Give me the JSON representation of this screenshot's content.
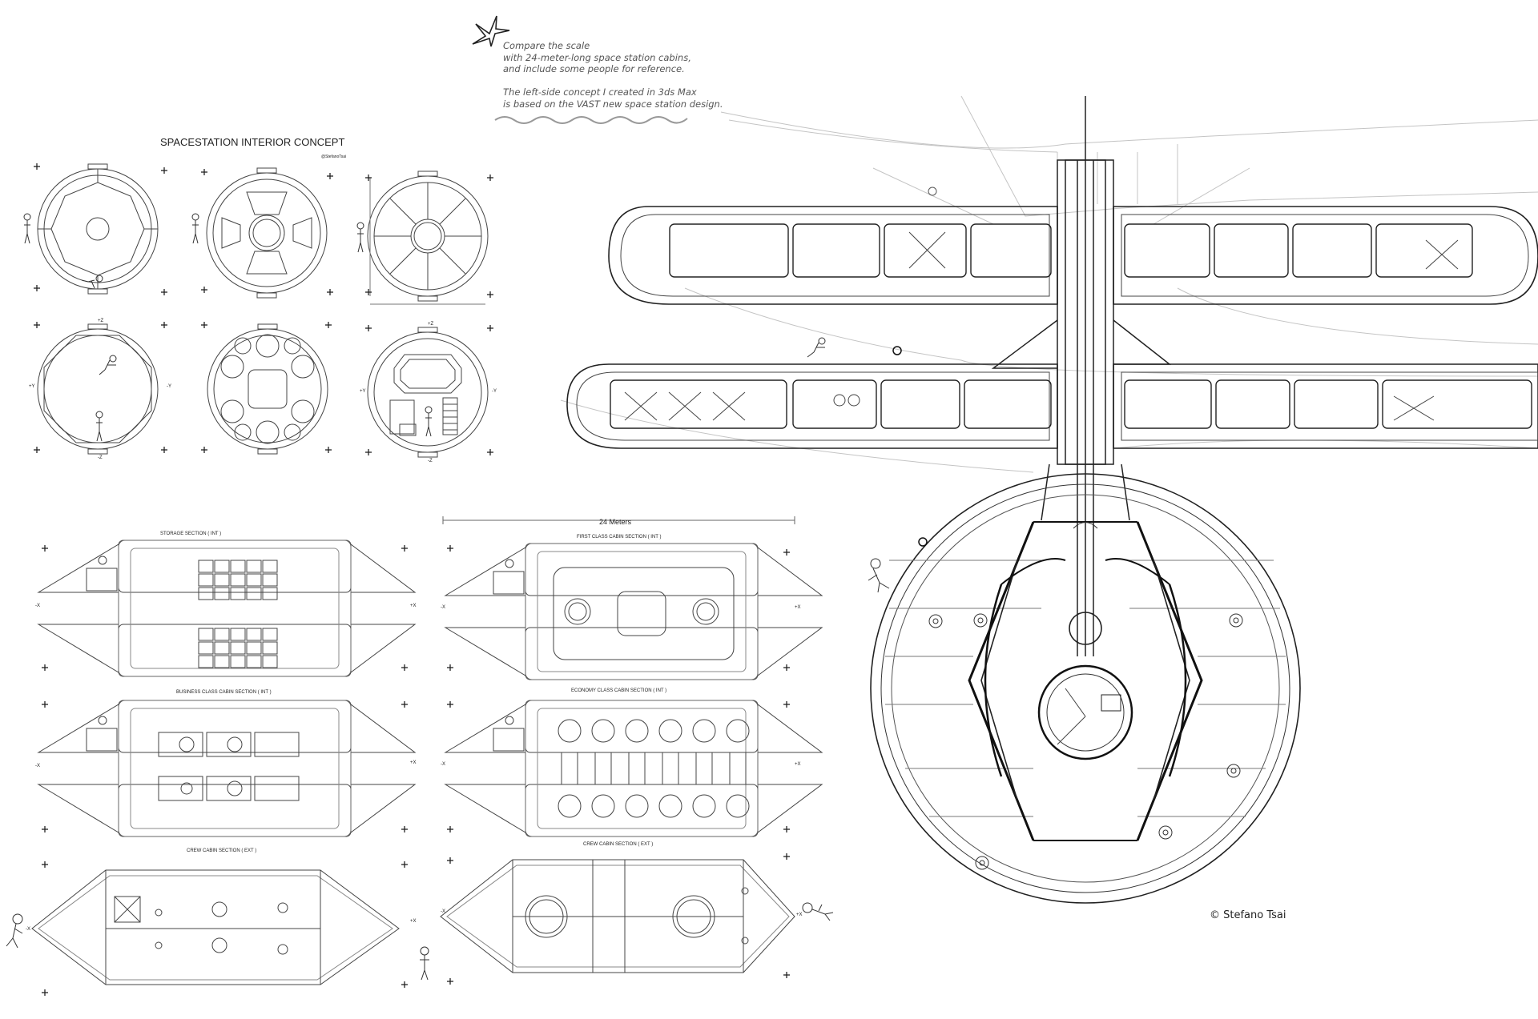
{
  "notes": [
    "Compare the scale",
    "with 24-meter-long space station cabins,",
    "and include some people for reference.",
    "",
    "The left-side concept I created in 3ds Max",
    "is based on the VAST new space station design."
  ],
  "sheet_title": "SPACESTATION INTERIOR CONCEPT",
  "sheet_author": "@StefanoTsai",
  "axis_labels": {
    "pz": "+Z",
    "nz": "-Z",
    "py": "+Y",
    "ny": "-Y",
    "px": "+X",
    "nx": "-X"
  },
  "scale_label": "24 Meters",
  "sections": [
    "STORAGE SECTION ( INT )",
    "FIRST CLASS CABIN SECTION ( INT )",
    "BUSINESS CLASS CABIN SECTION ( INT )",
    "ECONOMY CLASS CABIN SECTION ( INT )",
    "CREW CABIN SECTION ( EXT )",
    "CREW CABIN SECTION ( EXT )"
  ],
  "credit": "© Stefano Tsai",
  "colors": {
    "line": "#444444",
    "light_line": "#bdbdbd",
    "dark_line": "#111111"
  }
}
